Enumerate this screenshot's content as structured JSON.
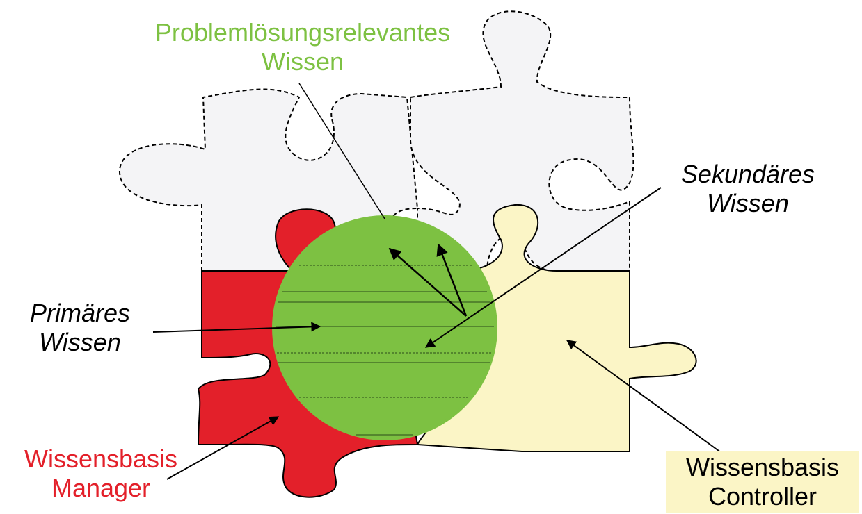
{
  "labels": {
    "problem_knowledge": [
      "Problemlösungsrelevantes",
      "Wissen"
    ],
    "secondary_knowledge": [
      "Sekundäres",
      "Wissen"
    ],
    "primary_knowledge": [
      "Primäres",
      "Wissen"
    ],
    "kb_manager": [
      "Wissensbasis",
      "Manager"
    ],
    "kb_controller": [
      "Wissensbasis",
      "Controller"
    ]
  },
  "colors": {
    "green_circle": "#7dc142",
    "red_piece": "#e3202a",
    "cream_piece": "#fbf5c6",
    "gray_piece": "#f4f4f6",
    "label_green": "#7dc142",
    "label_red": "#e3202a"
  }
}
